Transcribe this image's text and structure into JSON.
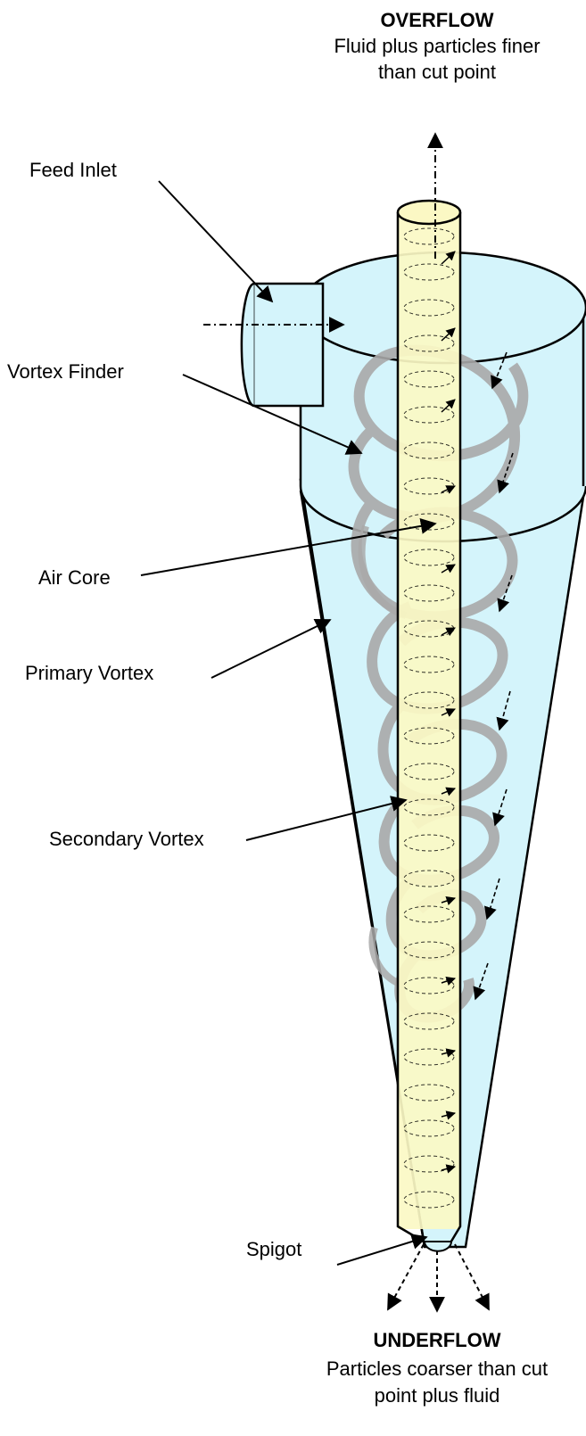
{
  "overflow": {
    "title": "OVERFLOW",
    "line1": "Fluid plus particles finer",
    "line2": "than cut point"
  },
  "underflow": {
    "title": "UNDERFLOW",
    "line1": "Particles coarser than cut",
    "line2": "point plus fluid"
  },
  "labels": {
    "feed_inlet": "Feed Inlet",
    "vortex_finder": "Vortex Finder",
    "air_core": "Air Core",
    "primary_vortex": "Primary Vortex",
    "secondary_vortex": "Secondary Vortex",
    "spigot": "Spigot"
  },
  "colors": {
    "body_fill": "#d4f4fb",
    "core_fill": "#fbf8c4",
    "vortex_gray": "#a9a9a9",
    "outline": "#000000"
  }
}
